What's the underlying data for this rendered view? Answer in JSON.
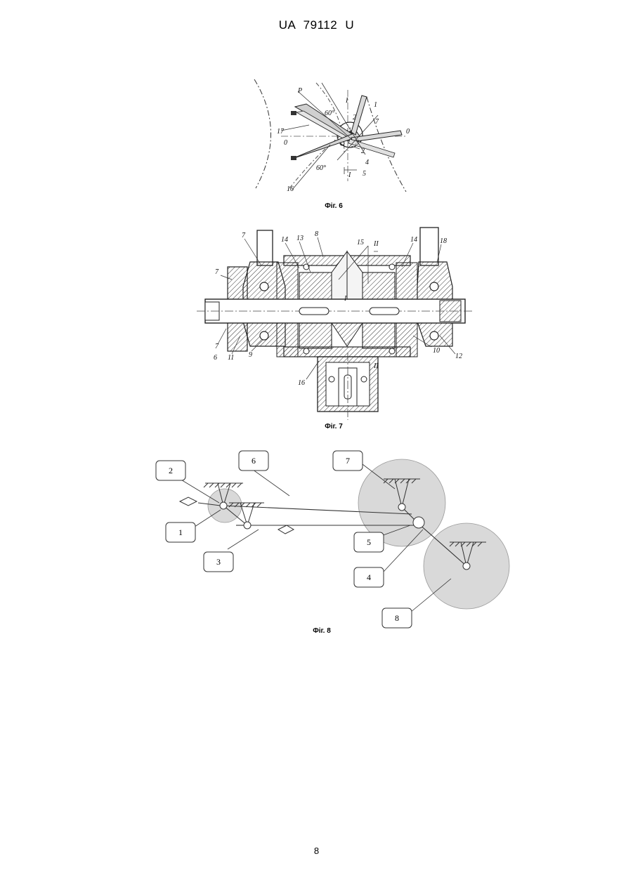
{
  "header": {
    "patent_number": "UA   79112   U"
  },
  "figures": {
    "fig6": {
      "caption": "Фіг. 6",
      "labels": [
        "P",
        "60°",
        "1",
        "2",
        "7",
        "0",
        "17",
        "0",
        "2",
        "3",
        "60°",
        "4",
        "5",
        "I",
        "16",
        "I"
      ]
    },
    "fig7": {
      "caption": "Фіг. 7",
      "labels": [
        "7",
        "8",
        "14",
        "13",
        "15",
        "II",
        "14",
        "18",
        "7",
        "I",
        "7",
        "6",
        "11",
        "9",
        "10",
        "12",
        "II",
        "16"
      ]
    },
    "fig8": {
      "caption": "Фіг. 8",
      "callouts": [
        "1",
        "2",
        "3",
        "4",
        "5",
        "6",
        "7",
        "8"
      ]
    }
  },
  "page_number": "8"
}
